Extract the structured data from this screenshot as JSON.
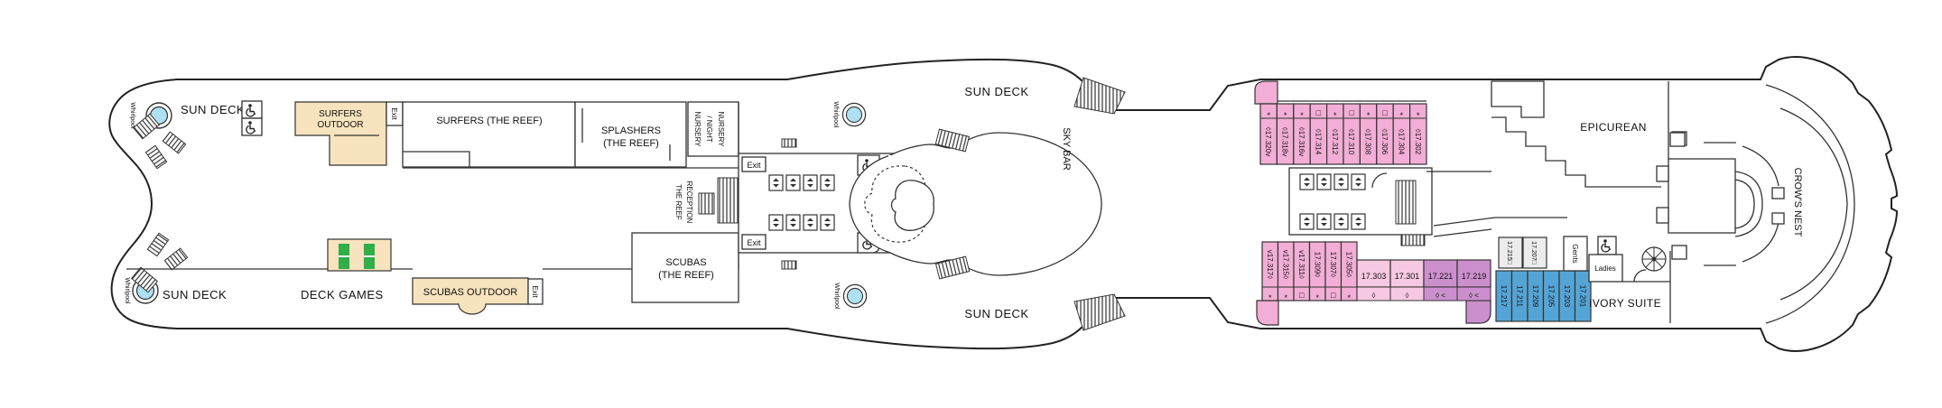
{
  "deck_plan": {
    "labels": {
      "sun_deck": "SUN DECK",
      "whirlpool": "Whirlpool",
      "deck_games": "DECK GAMES",
      "scubas_outdoor": "SCUBAS OUTDOOR",
      "surfers_outdoor_1": "SURFERS",
      "surfers_outdoor_2": "OUTDOOR",
      "surfers_reef": "SURFERS (THE REEF)",
      "splashers_1": "SPLASHERS",
      "splashers_2": "(THE REEF)",
      "nursery_1": "NURSERY",
      "nursery_2": "/ NIGHT",
      "nursery_3": "NURSERY",
      "reef_reception_1": "THE REEF",
      "reef_reception_2": "RECEPTION",
      "scubas_1": "SCUBAS",
      "scubas_2": "(THE REEF)",
      "exit": "Exit",
      "sky_bar": "SKY BAR",
      "epicurean": "EPICUREAN",
      "gents": "Gents",
      "ladies": "Ladies",
      "ivory_suite": "IVORY SUITE",
      "crows_nest": "CROW'S NEST"
    },
    "colors": {
      "deck_wood": "#f4dfba",
      "deck_stripe": "#d2ad7c",
      "outline": "#333333",
      "cabin_pink": "#f2aed6",
      "cabin_pink_light": "#f6c8e2",
      "cabin_purple": "#cb8fcd",
      "cabin_blue": "#55a4d6",
      "cabin_grey": "#ececec",
      "whirlpool_blue": "#ade0f3",
      "game_green": "#2fae49"
    },
    "cabins": {
      "top_row": [
        {
          "number": "17.320",
          "berth": "*",
          "diamond": "◊",
          "arrow": "v"
        },
        {
          "number": "17.318",
          "berth": "*",
          "diamond": "◊",
          "arrow": "v"
        },
        {
          "number": "17.316",
          "berth": "*",
          "diamond": "◊",
          "arrow": "v"
        },
        {
          "number": "17.314",
          "berth": "□",
          "diamond": "◊",
          "arrow": ""
        },
        {
          "number": "17.312",
          "berth": "*",
          "diamond": "◊",
          "arrow": ""
        },
        {
          "number": "17.310",
          "berth": "□",
          "diamond": "◊",
          "arrow": ""
        },
        {
          "number": "17.308",
          "berth": "*",
          "diamond": "◊",
          "arrow": ""
        },
        {
          "number": "17.306",
          "berth": "□",
          "diamond": "◊",
          "arrow": ""
        },
        {
          "number": "17.304",
          "berth": "*",
          "diamond": "◊",
          "arrow": ""
        },
        {
          "number": "17.302",
          "berth": "*",
          "diamond": "◊",
          "arrow": ""
        }
      ],
      "bottom_row": [
        {
          "number": "17.317",
          "berth": "*",
          "diamond": "◊",
          "arrow": "v"
        },
        {
          "number": "17.315",
          "berth": "*",
          "diamond": "◊",
          "arrow": "v"
        },
        {
          "number": "17.311",
          "berth": "□",
          "diamond": "◊",
          "arrow": "v"
        },
        {
          "number": "17.309",
          "berth": "*",
          "diamond": "◊",
          "arrow": ""
        },
        {
          "number": "17.307",
          "berth": "□",
          "diamond": "◊",
          "arrow": ""
        },
        {
          "number": "17.305",
          "berth": "*",
          "diamond": "◊",
          "arrow": ""
        }
      ],
      "mini_suites": [
        {
          "number": "17.303",
          "marks": "◊"
        },
        {
          "number": "17.301",
          "marks": "◊"
        },
        {
          "number": "17.221",
          "marks": "◊ <"
        },
        {
          "number": "17.219",
          "marks": "◊ <"
        }
      ],
      "blue_row": [
        "17.217",
        "17.211",
        "17.209",
        "17.205",
        "17.203",
        "17.201"
      ],
      "inside_row": [
        {
          "number": "17.215",
          "marks": "□"
        },
        {
          "number": "17.207",
          "marks": "□"
        }
      ]
    },
    "icons": {
      "wheelchair": "wheelchair-icon",
      "lift": "lift-icon",
      "stairs": "stairs-icon",
      "spiral_stairs": "spiral-staircase-icon",
      "whirlpool": "whirlpool-icon"
    }
  }
}
